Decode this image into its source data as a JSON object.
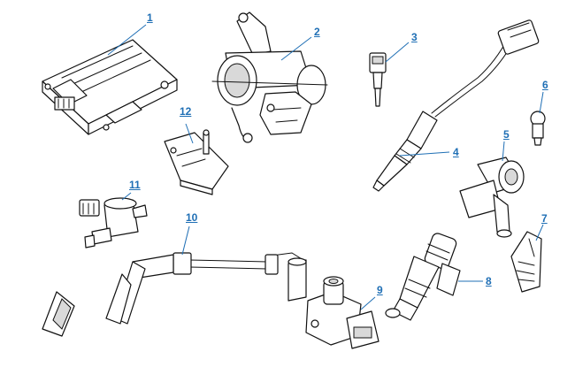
{
  "style": {
    "callout_color": "#1f6fb5",
    "line_color": "#111111"
  },
  "callouts": [
    {
      "id": "1",
      "label": "1"
    },
    {
      "id": "2",
      "label": "2"
    },
    {
      "id": "3",
      "label": "3"
    },
    {
      "id": "4",
      "label": "4"
    },
    {
      "id": "5",
      "label": "5"
    },
    {
      "id": "6",
      "label": "6"
    },
    {
      "id": "7",
      "label": "7"
    },
    {
      "id": "8",
      "label": "8"
    },
    {
      "id": "9",
      "label": "9"
    },
    {
      "id": "10",
      "label": "10"
    },
    {
      "id": "11",
      "label": "11"
    },
    {
      "id": "12",
      "label": "12"
    }
  ]
}
